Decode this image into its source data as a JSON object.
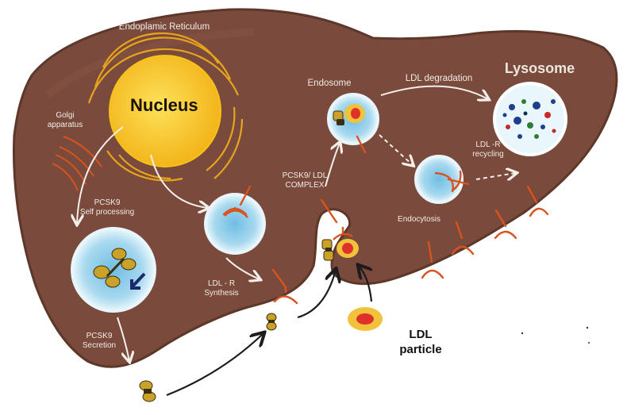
{
  "labels": {
    "er": "Endoplamic Reticulum",
    "nucleus": "Nucleus",
    "golgi": "Golgi\napparatus",
    "endosome": "Endosome",
    "ldl_degradation": "LDL degradation",
    "lysosome": "Lysosome",
    "ldlr_recycling": "LDL -R\nrecycling",
    "pcsk9_ldl_complex": "PCSK9/ LDL\nCOMPLEX",
    "pcsk9_self_processing": "PCSK9\nSelf processing",
    "endocytosis": "Endocytosis",
    "ldlr_synthesis": "LDL - R\nSynthesis",
    "pcsk9_secretion": "PCSK9\nSecretion",
    "ldl_particle": "LDL\nparticle"
  },
  "colors": {
    "liver": "#7a4a3c",
    "liver_edge": "#5e372b",
    "vesicle": "#bfe3f2",
    "vesicle_core": "#7cc4e6",
    "nucleus": "#f6c21a",
    "receptor": "#d9531e",
    "pcsk9": "#c9a227",
    "ldl_outer": "#f2c23a",
    "ldl_inner": "#e0302a",
    "arrow_light": "#f4efe9",
    "arrow_dark": "#1c1c1c"
  }
}
